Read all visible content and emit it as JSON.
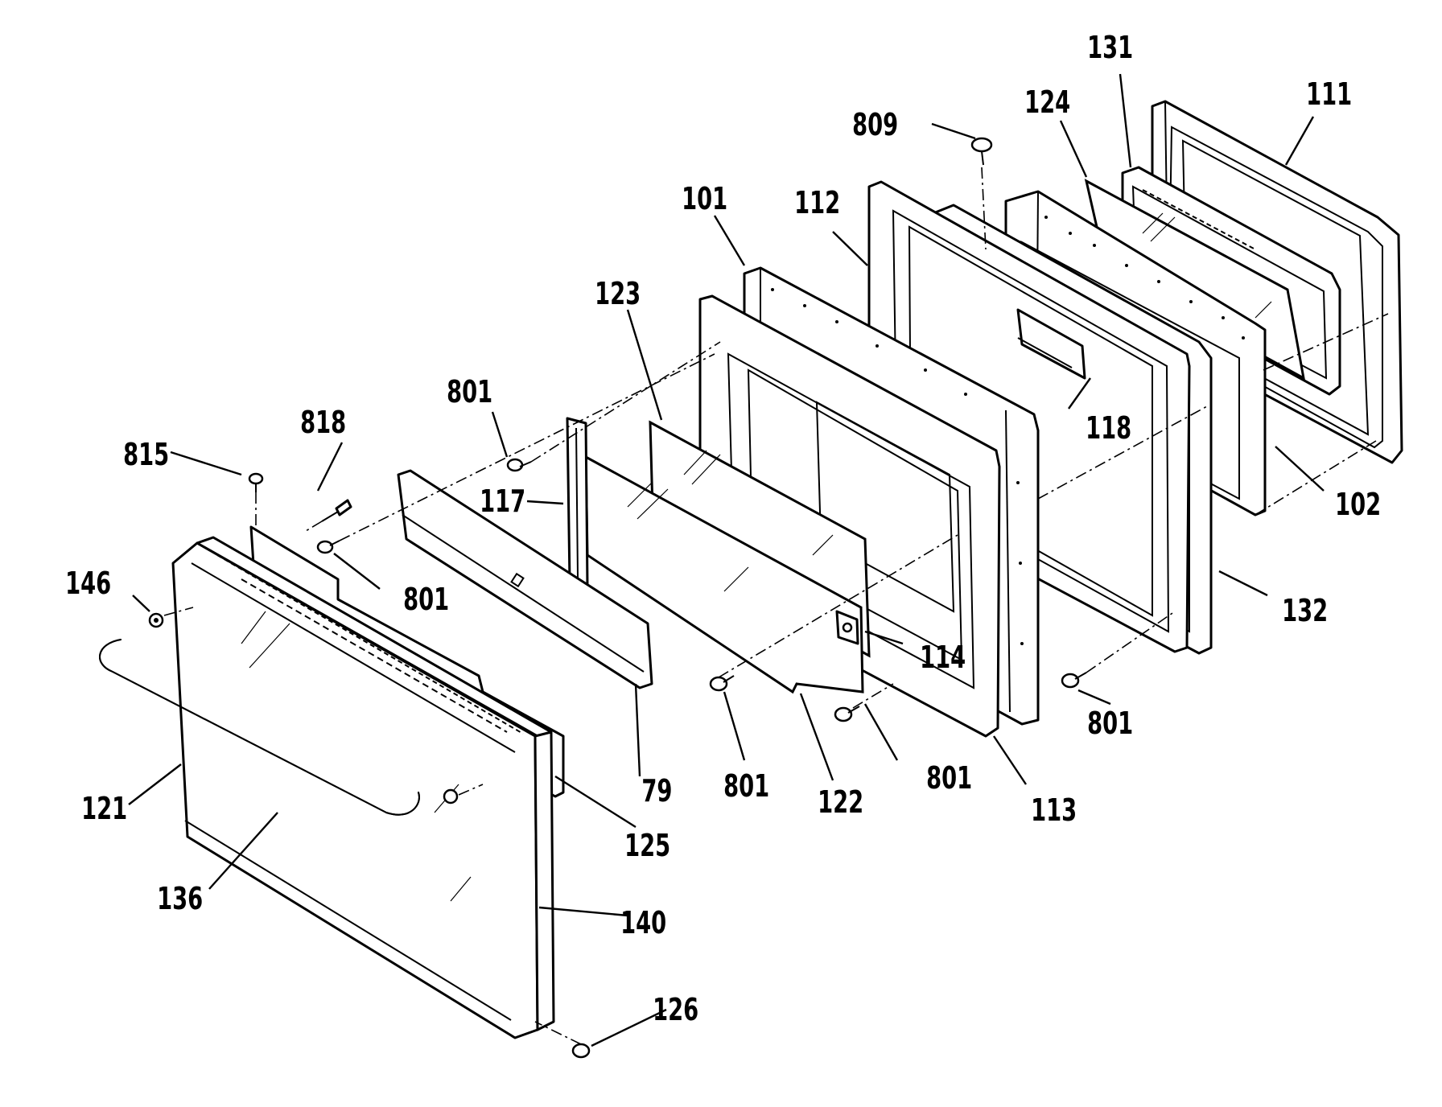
{
  "diagram": {
    "type": "exploded-parts-view",
    "labels": {
      "l809": "809",
      "l131": "131",
      "l124": "124",
      "l111": "111",
      "l101": "101",
      "l112": "112",
      "l123": "123",
      "l801a": "801",
      "l818": "818",
      "l815": "815",
      "l117": "117",
      "l118": "118",
      "l102": "102",
      "l146": "146",
      "l801b": "801",
      "l132": "132",
      "l114": "114",
      "l801c": "801",
      "l79": "79",
      "l801d": "801",
      "l122": "122",
      "l801e": "801",
      "l113": "113",
      "l121": "121",
      "l125": "125",
      "l136": "136",
      "l140": "140",
      "l126": "126"
    }
  }
}
